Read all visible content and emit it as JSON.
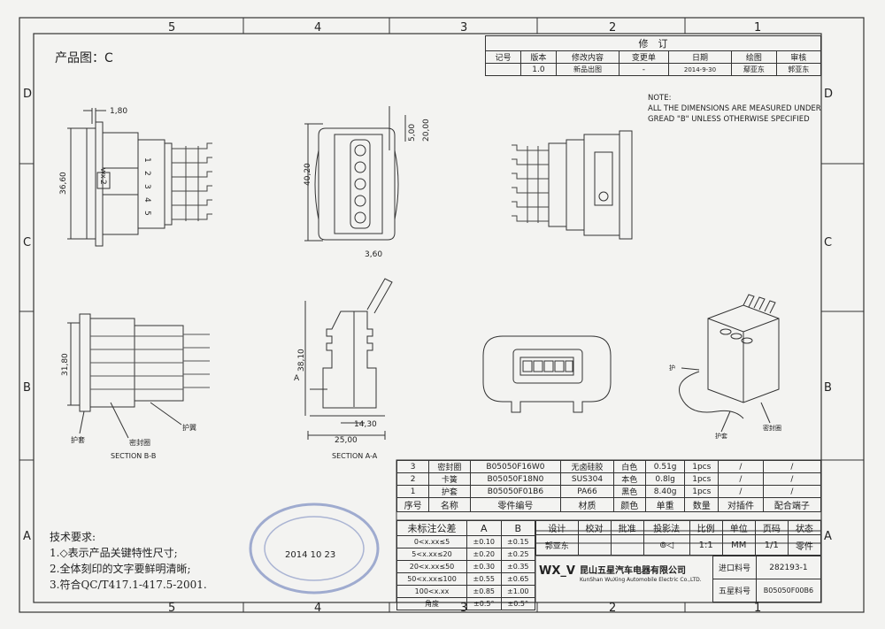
{
  "title_label": "产品图：C",
  "grid": {
    "top": [
      "5",
      "4",
      "3",
      "2",
      "1"
    ],
    "bottom": [
      "5",
      "4",
      "3",
      "2",
      "1"
    ],
    "left": [
      "D",
      "C",
      "B",
      "A"
    ],
    "right": [
      "D",
      "C",
      "B",
      "A"
    ]
  },
  "revision": {
    "title": "修　订",
    "headers": [
      "记号",
      "版本",
      "修改内容",
      "变更单",
      "日期",
      "绘图",
      "审核"
    ],
    "row": [
      "",
      "1.0",
      "新品出图",
      "-",
      "2014-9-30",
      "鄢亚东",
      "郭亚东"
    ]
  },
  "note": {
    "line1": "NOTE:",
    "line2": "ALL THE DIMENSIONS ARE MEASURED UNDER",
    "line3": "GREAD \"B\" UNLESS OTHERWISE SPECIFIED"
  },
  "dims": {
    "d180": "1,80",
    "d3660": "36,60",
    "d500": "5,00",
    "d2000": "20,00",
    "d4020": "40,20",
    "d360": "3,60",
    "d3180": "31,80",
    "d3810": "38,10",
    "d1430": "14,30",
    "d2500": "25,00",
    "pins": [
      "1",
      "2",
      "3",
      "4",
      "5"
    ],
    "a_label": "A",
    "wx": "WX",
    "two": "2"
  },
  "labels": {
    "section_bb": "SECTION B-B",
    "section_aa": "SECTION A-A",
    "husi": "护套",
    "mifengquan": "密封圈",
    "huyi": "护翼",
    "huyi_short": "护",
    "husi2": "护套",
    "seal2": "密封圈"
  },
  "bom": {
    "rows": [
      [
        "3",
        "密封圈",
        "B05050F16W0",
        "无卤硅胶",
        "白色",
        "0.51g",
        "1pcs",
        "/",
        "/"
      ],
      [
        "2",
        "卡簧",
        "B05050F18N0",
        "SUS304",
        "本色",
        "0.8lg",
        "1pcs",
        "/",
        "/"
      ],
      [
        "1",
        "护套",
        "B05050F01B6",
        "PA66",
        "黑色",
        "8.40g",
        "1pcs",
        "/",
        "/"
      ]
    ],
    "headers": [
      "序号",
      "名称",
      "零件编号",
      "材质",
      "颜色",
      "单重",
      "数量",
      "对插件",
      "配合端子"
    ]
  },
  "tolerance": {
    "title": "未标注公差",
    "grades": [
      "A",
      "B"
    ],
    "rows": [
      [
        "0<x.xx≤5",
        "±0.10",
        "±0.15"
      ],
      [
        "5<x.xx≤20",
        "±0.20",
        "±0.25"
      ],
      [
        "20<x.xx≤50",
        "±0.30",
        "±0.35"
      ],
      [
        "50<x.xx≤100",
        "±0.55",
        "±0.65"
      ],
      [
        "100<x.xx",
        "±0.85",
        "±1.00"
      ],
      [
        "角度",
        "±0.5°",
        "±0.5°"
      ]
    ]
  },
  "titleblock": {
    "headers": [
      "设计",
      "校对",
      "批准",
      "投影法",
      "比例",
      "单位",
      "页码",
      "状态"
    ],
    "values": [
      "郭亚东",
      "",
      "",
      "",
      "1:1",
      "MM",
      "1/1",
      "零件"
    ],
    "company_logo": "WX_V",
    "company_cn": "昆山五星汽车电器有限公司",
    "company_en": "KunShan WuXing Automobile Electric Co.,LTD.",
    "import_label": "进口料号",
    "import_no": "282193-1",
    "wuxing_label": "五星料号",
    "wuxing_no": "B05050F00B6"
  },
  "requirements": {
    "title": "技术要求:",
    "items": [
      "1.◇表示产品关键特性尺寸;",
      "2.全体刻印的文字要鲜明清晰;",
      "3.符合QC/T417.1-417.5-2001."
    ]
  },
  "stamp": {
    "date": "2014 10 23"
  }
}
